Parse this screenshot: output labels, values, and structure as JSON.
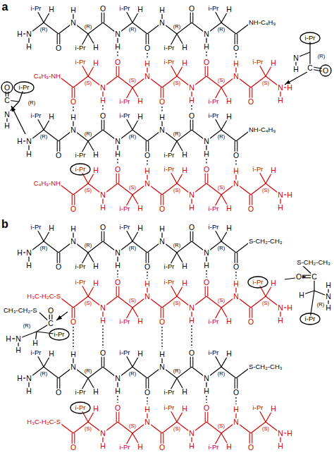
{
  "diagram": {
    "labels": [
      "a",
      "H",
      "N",
      "H",
      "i-Pr",
      "H",
      "(R)",
      "O",
      "N",
      "H",
      "i-Pr",
      "H",
      "(R)",
      "O",
      "N",
      "H",
      "i-Pr",
      "H",
      "(R)",
      "O",
      "N",
      "H",
      "i-Pr",
      "H",
      "(R)",
      "O",
      "N",
      "H",
      "i-Pr",
      "H",
      "(R)",
      "O",
      "NH-C₄H₉",
      "i-Pr",
      "(R)",
      "N",
      "H",
      "C",
      "O",
      "H",
      "N",
      "H",
      "i-Pr",
      "H",
      "(S)",
      "O",
      "N",
      "H",
      "i-Pr",
      "H",
      "(S)",
      "O",
      "N",
      "H",
      "i-Pr",
      "H",
      "(S)",
      "O",
      "N",
      "H",
      "i-Pr",
      "H",
      "(S)",
      "O",
      "N",
      "H",
      "i-Pr",
      "H",
      "(S)",
      "O",
      "C₄H₉-NH",
      "O",
      "C",
      "i-Pr",
      "(R)",
      "N",
      "H",
      "H",
      "N",
      "H",
      "i-Pr",
      "H",
      "(R)",
      "O",
      "N",
      "H",
      "i-Pr",
      "H",
      "(R)",
      "O",
      "N",
      "H",
      "i-Pr",
      "H",
      "(R)",
      "O",
      "N",
      "H",
      "i-Pr",
      "H",
      "(R)",
      "O",
      "N",
      "H",
      "i-Pr",
      "H",
      "(R)",
      "O",
      "NH-C₄H₉",
      "H",
      "N",
      "H",
      "i-Pr",
      "H",
      "(S)",
      "O",
      "N",
      "H",
      "i-Pr",
      "H",
      "(S)",
      "O",
      "N",
      "H",
      "i-Pr",
      "H",
      "(S)",
      "O",
      "N",
      "H",
      "i-Pr",
      "H",
      "(S)",
      "O",
      "N",
      "H",
      "i-Pr",
      "H",
      "(S)",
      "O",
      "C₄H₉-NH",
      "b",
      "H",
      "N",
      "H",
      "i-Pr",
      "H",
      "(R)",
      "O",
      "N",
      "H",
      "i-Pr",
      "H",
      "(R)",
      "O",
      "N",
      "H",
      "i-Pr",
      "H",
      "(R)",
      "O",
      "N",
      "H",
      "i-Pr",
      "H",
      "(R)",
      "O",
      "N",
      "H",
      "i-Pr",
      "H",
      "(R)",
      "O",
      "S-CH₂-CH₃",
      "S-CH₂-CH₃",
      "O",
      "C",
      "H",
      "N",
      "H",
      "H",
      "(R)",
      "i-Pr",
      "H",
      "N",
      "H",
      "i-Pr",
      "H",
      "(S)",
      "O",
      "N",
      "H",
      "i-Pr",
      "H",
      "(S)",
      "O",
      "N",
      "H",
      "i-Pr",
      "H",
      "(S)",
      "O",
      "N",
      "H",
      "i-Pr",
      "H",
      "(S)",
      "O",
      "N",
      "H",
      "i-Pr",
      "H",
      "(S)",
      "O",
      "H₃C-H₂C-S",
      "CH₃-CH₂-S",
      "O",
      "C",
      "(R)",
      "i-Pr",
      "H",
      "N",
      "H",
      "H",
      "H",
      "N",
      "H",
      "i-Pr",
      "H",
      "(R)",
      "O",
      "N",
      "H",
      "i-Pr",
      "H",
      "(R)",
      "O",
      "N",
      "H",
      "i-Pr",
      "H",
      "(R)",
      "O",
      "N",
      "H",
      "i-Pr",
      "H",
      "(R)",
      "O",
      "N",
      "H",
      "i-Pr",
      "H",
      "(R)",
      "O",
      "S-CH₂-CH₃",
      "H",
      "N",
      "H",
      "i-Pr",
      "H",
      "(S)",
      "O",
      "N",
      "H",
      "i-Pr",
      "H",
      "(S)",
      "O",
      "N",
      "H",
      "i-Pr",
      "H",
      "(S)",
      "O",
      "N",
      "H",
      "i-Pr",
      "H",
      "(S)",
      "O",
      "N",
      "H",
      "i-Pr",
      "H",
      "(S)",
      "O",
      "H₃C-H₂C-S"
    ]
  }
}
